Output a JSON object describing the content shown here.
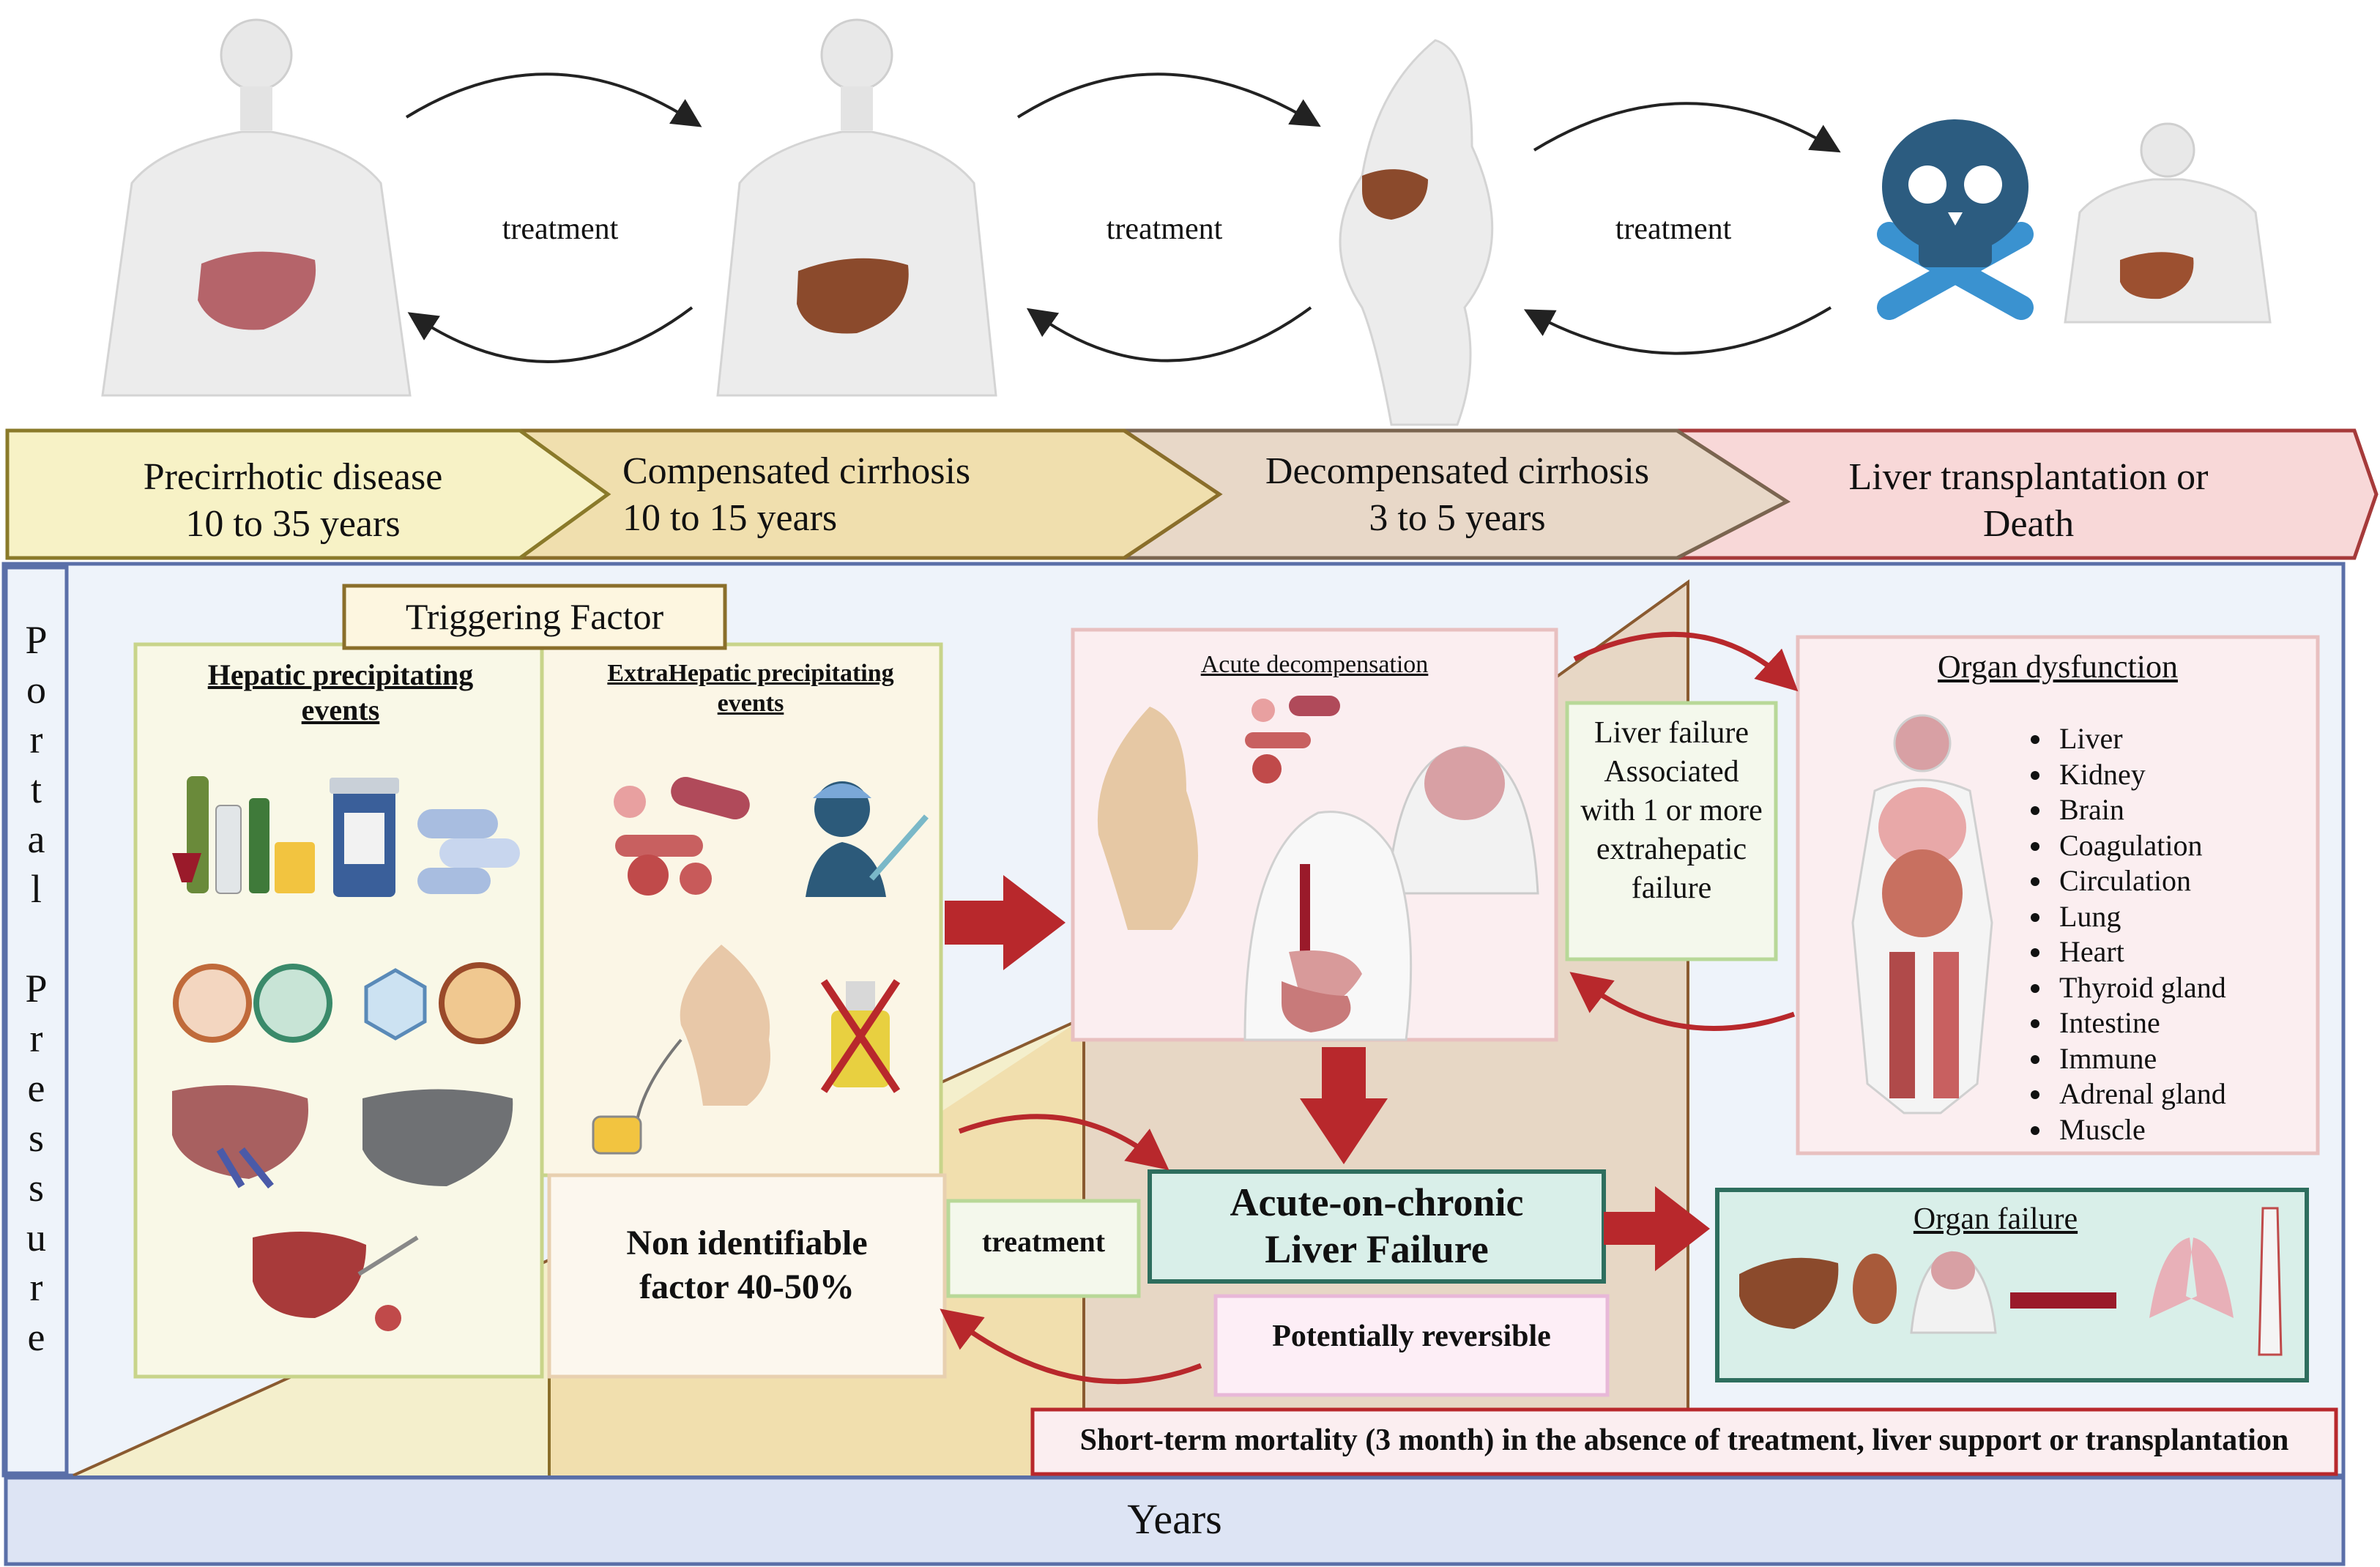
{
  "top_row": {
    "treatment_labels": [
      "treatment",
      "treatment",
      "treatment"
    ]
  },
  "stages": [
    {
      "name": "Precirrhotic disease",
      "duration": "10 to 35 years",
      "color": "#f7f2c6"
    },
    {
      "name": "Compensated cirrhosis",
      "duration": "10 to 15 years",
      "color": "#f0dfae"
    },
    {
      "name": "Decompensated cirrhosis",
      "duration": "3 to 5 years",
      "color": "#e8d8c8"
    },
    {
      "name": "Liver  transplantation or",
      "duration": "Death",
      "color": "#f8d8d8"
    }
  ],
  "axes": {
    "y_label": [
      "P",
      "o",
      "r",
      "t",
      "a",
      "l",
      "",
      "P",
      "r",
      "e",
      "s",
      "s",
      "u",
      "r",
      "e"
    ],
    "x_label": "Years"
  },
  "triggering": {
    "title": "Triggering Factor",
    "hepatic_title": "Hepatic precipitating events",
    "extrahepatic_title": "ExtraHepatic precipitating events"
  },
  "non_identifiable": "Non identifiable factor 40-50%",
  "treatment_box": "treatment",
  "acute_decompensation": "Acute decompensation",
  "liver_failure_box": "Liver failure Associated with 1 or more extrahepatic failure",
  "aclf": {
    "line1": "Acute-on-chronic",
    "line2": "Liver Failure"
  },
  "reversible": "Potentially reversible",
  "organ_dysfunction": {
    "title": "Organ dysfunction",
    "items": [
      "Liver",
      "Kidney",
      "Brain",
      "Coagulation",
      "Circulation",
      "Lung",
      "Heart",
      "Thyroid gland",
      "Intestine",
      "Immune",
      "Adrenal gland",
      "Muscle"
    ]
  },
  "organ_failure": "Organ failure",
  "mortality": "Short-term mortality (3 month) in the absence of treatment, liver support or transplantation",
  "colors": {
    "arrow_red": "#b8282c",
    "skull_blue": "#2c5c80",
    "bones_blue": "#3a92d0",
    "liver": "#8b4a2c",
    "panel_bg": "#eef3fa",
    "border_blue": "#5a6fa8"
  }
}
